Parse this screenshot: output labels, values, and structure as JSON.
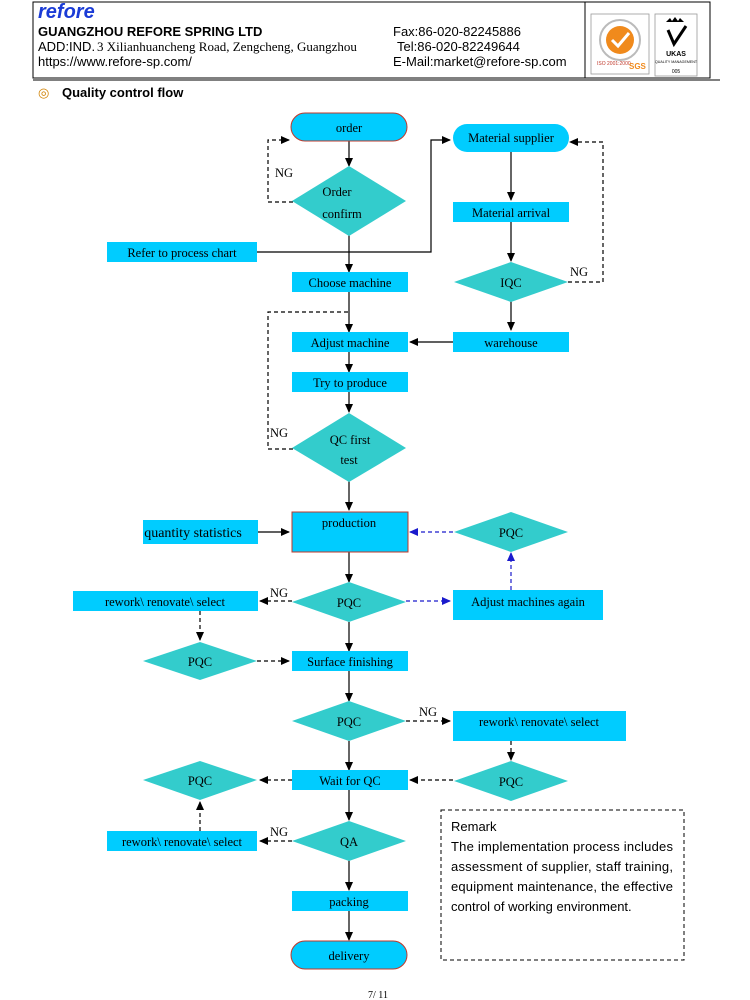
{
  "header": {
    "brand": "refore",
    "company": "GUANGZHOU REFORE SPRING LTD",
    "address_prefix": "ADD:IND.",
    "address_rest": "3 Xilianhuancheng Road, Zengcheng, Guangzhou",
    "website": "https://www.refore-sp.com/",
    "fax": "Fax:86-020-82245886",
    "tel": "Tel:86-020-82249644",
    "email": "E-Mail:market@refore-sp.com",
    "sgs_mark": "SGS",
    "sgs_year": "ISO 2001:2000",
    "ukas_mark": "UKAS",
    "ukas_sub": "QUALITY MANAGEMENT",
    "ukas_num": "005"
  },
  "section": {
    "bullet": "◎",
    "title": "Quality control flow"
  },
  "flow": {
    "order": "order",
    "order_confirm_1": "Order",
    "order_confirm_2": "confirm",
    "refer_chart": "Refer to process chart",
    "choose_machine": "Choose machine",
    "adjust_machine": "Adjust machine",
    "try_produce": "Try to produce",
    "qc_first_1": "QC first",
    "qc_first_2": "test",
    "production": "production",
    "quantity_stats": "quantity statistics",
    "pqc_right": "PQC",
    "pqc_center": "PQC",
    "adjust_again": "Adjust machines again",
    "rework_left_top": "rework\\ renovate\\ select",
    "pqc_left_1": "PQC",
    "surface_finishing": "Surface finishing",
    "pqc_center_2": "PQC",
    "rework_right": "rework\\ renovate\\ select",
    "pqc_right_2": "PQC",
    "wait_qc": "Wait for QC",
    "pqc_left_2": "PQC",
    "rework_left_bottom": "rework\\ renovate\\ select",
    "qa": "QA",
    "packing": "packing",
    "delivery": "delivery",
    "material_supplier": "Material supplier",
    "material_arrival": "Material arrival",
    "iqc": "IQC",
    "warehouse": "warehouse",
    "ng": "NG"
  },
  "remark": {
    "title": "Remark",
    "lines": [
      "The implementation process includes",
      "assessment of supplier, staff training,",
      "equipment maintenance, the effective",
      "control of working environment."
    ]
  },
  "footer": {
    "page": "7/ 11"
  },
  "colors": {
    "box": "#00ccff",
    "diamond": "#33cccc",
    "brand": "#1a3bd6",
    "blue_arrow": "#1a1acc"
  }
}
